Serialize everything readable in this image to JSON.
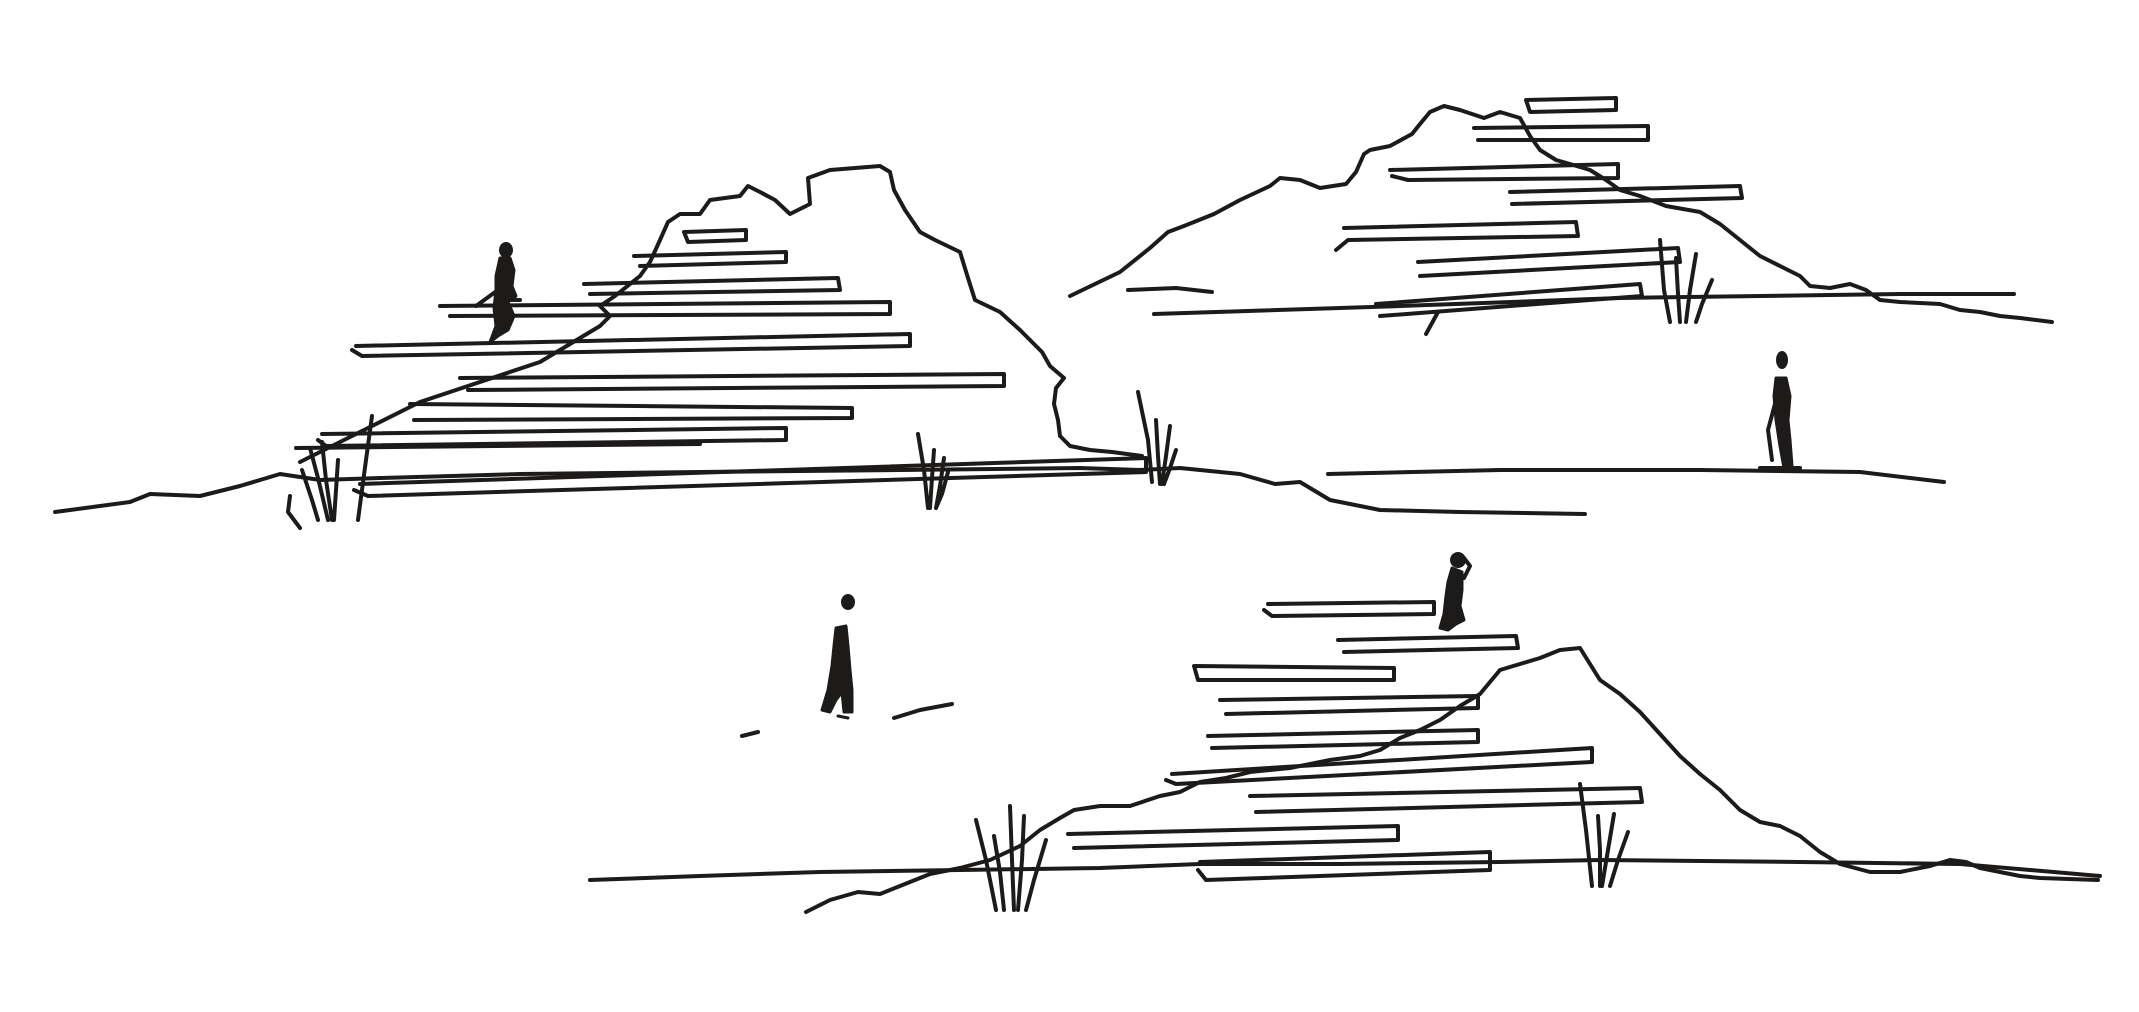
{
  "palette": {
    "paper": "#ffffff",
    "ink": "#1d1b1a"
  },
  "sketch": {
    "medium": "ink-on-paper",
    "scenes": [
      {
        "name": "left-terraced-hill",
        "figures": 1,
        "grass_tufts": 3
      },
      {
        "name": "right-terraced-hill",
        "figures": 1,
        "grass_tufts": 1
      },
      {
        "name": "bottom-terraced-hill",
        "figures": 2,
        "grass_tufts": 2
      }
    ]
  }
}
